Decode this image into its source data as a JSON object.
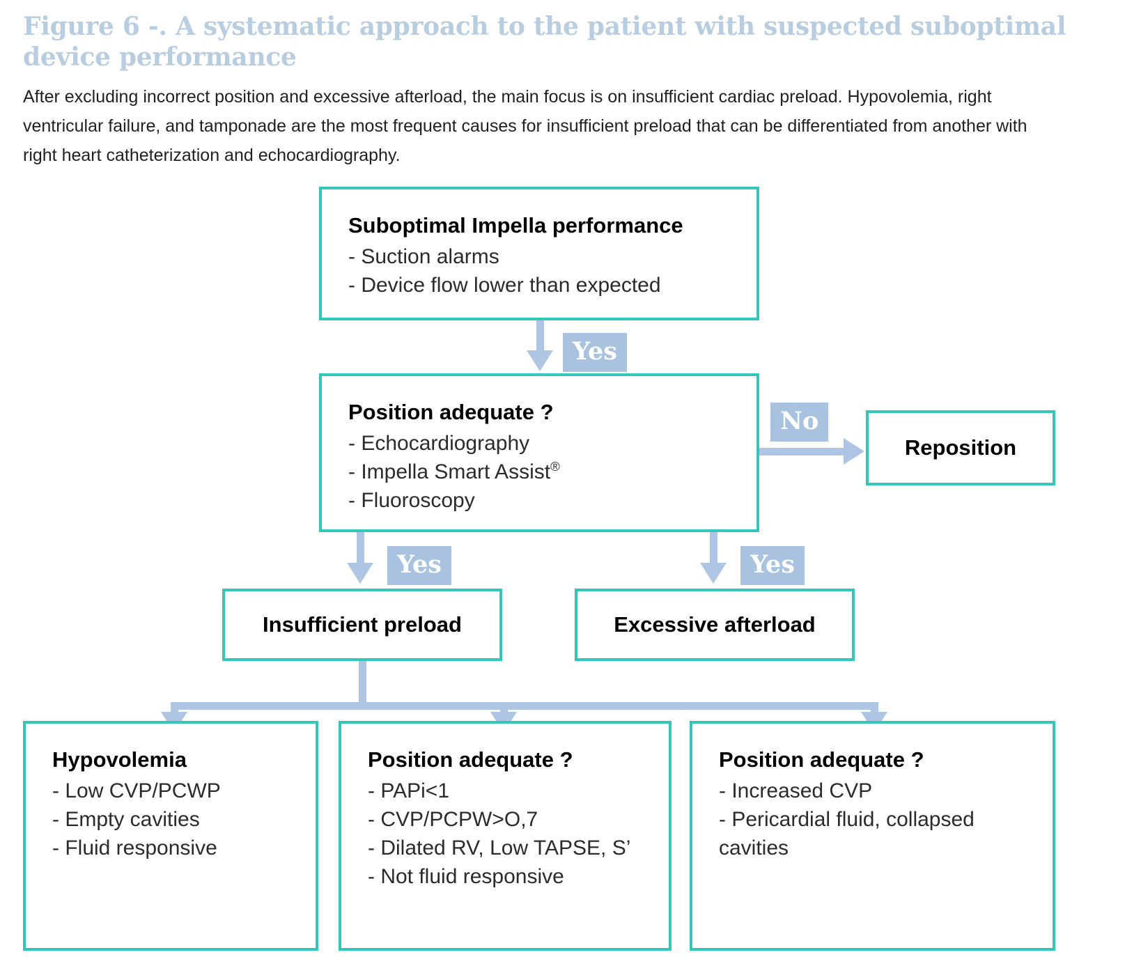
{
  "figure": {
    "title": "Figure 6 -. A systematic approach to the patient with suspected suboptimal device performance",
    "caption": "After excluding incorrect position and excessive afterload, the main focus is on insufficient cardiac preload. Hypovolemia, right ventricular failure, and tamponade are the most frequent causes for insufficient preload that can be differentiated from another with right heart catheterization and echocardiography."
  },
  "colors": {
    "box_border": "#35c6ba",
    "connector": "#aec5e3",
    "badge_bg": "#a8c2e0",
    "badge_text": "#ffffff",
    "title_text": "#b8cde0",
    "body_text": "#231f20"
  },
  "nodes": {
    "suboptimal": {
      "title": "Suboptimal Impella performance",
      "items": [
        "- Suction alarms",
        "- Device flow lower than expected"
      ]
    },
    "position_check": {
      "title": "Position adequate ?",
      "items": [
        "- Echocardiography",
        "- Impella Smart Assist",
        "- Fluoroscopy"
      ],
      "item_superscript": "®"
    },
    "reposition": {
      "title": "Reposition"
    },
    "insufficient_preload": {
      "title": "Insufficient preload"
    },
    "excessive_afterload": {
      "title": "Excessive afterload"
    },
    "hypovolemia": {
      "title": "Hypovolemia",
      "items": [
        "- Low CVP/PCWP",
        "- Empty cavities",
        "- Fluid responsive"
      ]
    },
    "rv_failure": {
      "title": "Position adequate ?",
      "items": [
        "- PAPi<1",
        "- CVP/PCPW>O,7",
        "- Dilated RV, Low TAPSE, S’",
        "- Not fluid responsive"
      ]
    },
    "tamponade": {
      "title": "Position adequate ?",
      "items": [
        "- Increased CVP",
        "- Pericardial fluid, collapsed cavities"
      ]
    }
  },
  "edges": {
    "suboptimal_to_position": "Yes",
    "position_to_reposition": "No",
    "position_to_preload": "Yes",
    "position_to_afterload": "Yes"
  }
}
